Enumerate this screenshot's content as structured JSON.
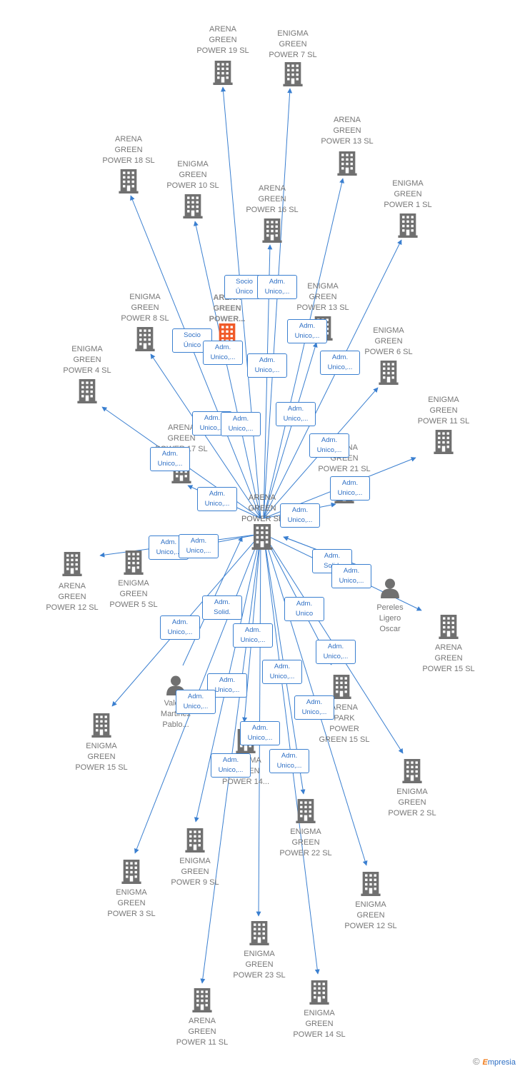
{
  "colors": {
    "edge": "#3a7fd0",
    "node": "#707070",
    "active": "#f05a28",
    "label": "#777777"
  },
  "center": {
    "id": "center",
    "label": "ARENA\nGREEN\nPOWER  SL",
    "icon": "building-icon"
  },
  "nodes": [
    {
      "id": "n1",
      "label": "ARENA\nGREEN\nPOWER 19  SL",
      "type": "company"
    },
    {
      "id": "n2",
      "label": "ENIGMA\nGREEN\nPOWER 7  SL",
      "type": "company"
    },
    {
      "id": "n3",
      "label": "ARENA\nGREEN\nPOWER 13  SL",
      "type": "company"
    },
    {
      "id": "n4",
      "label": "ARENA\nGREEN\nPOWER 18  SL",
      "type": "company"
    },
    {
      "id": "n5",
      "label": "ENIGMA\nGREEN\nPOWER 10  SL",
      "type": "company"
    },
    {
      "id": "n6",
      "label": "ARENA\nGREEN\nPOWER 16  SL",
      "type": "company"
    },
    {
      "id": "n7",
      "label": "ENIGMA\nGREEN\nPOWER 1  SL",
      "type": "company"
    },
    {
      "id": "n8",
      "label": "ENIGMA\nGREEN\nPOWER 13  SL",
      "type": "company"
    },
    {
      "id": "n9",
      "label": "ARENA\nGREEN\nPOWER...",
      "type": "active"
    },
    {
      "id": "n10",
      "label": "ENIGMA\nGREEN\nPOWER 8  SL",
      "type": "company"
    },
    {
      "id": "n11",
      "label": "ENIGMA\nGREEN\nPOWER 6  SL",
      "type": "company"
    },
    {
      "id": "n12",
      "label": "ENIGMA\nGREEN\nPOWER 4  SL",
      "type": "company"
    },
    {
      "id": "n13",
      "label": "ENIGMA\nGREEN\nPOWER 11  SL",
      "type": "company"
    },
    {
      "id": "n14",
      "label": "ARENA\nGREEN\nPOWER 17  SL",
      "type": "company"
    },
    {
      "id": "n15",
      "label": "ARENA\nGREEN\nPOWER 21  SL",
      "type": "company"
    },
    {
      "id": "n16",
      "label": "ARENA\nGREEN\nPOWER 12  SL",
      "type": "company"
    },
    {
      "id": "n17",
      "label": "ENIGMA\nGREEN\nPOWER 5  SL",
      "type": "company"
    },
    {
      "id": "n18",
      "label": "Pereles\nLigero\nOscar",
      "type": "person"
    },
    {
      "id": "n19",
      "label": "ARENA\nGREEN\nPOWER 15  SL",
      "type": "company"
    },
    {
      "id": "n20",
      "label": "Valdes\nMartinez\nPablo...",
      "type": "person"
    },
    {
      "id": "n21",
      "label": "ARENA\nPARK\nPOWER\nGREEN 15  SL",
      "type": "company"
    },
    {
      "id": "n22",
      "label": "ENIGMA\nGREEN\nPOWER 15  SL",
      "type": "company"
    },
    {
      "id": "n23",
      "label": "ENIGMA\nGREEN\nPOWER 14...",
      "type": "company"
    },
    {
      "id": "n24",
      "label": "ENIGMA\nGREEN\nPOWER 2  SL",
      "type": "company"
    },
    {
      "id": "n25",
      "label": "ENIGMA\nGREEN\nPOWER 22  SL",
      "type": "company"
    },
    {
      "id": "n26",
      "label": "ENIGMA\nGREEN\nPOWER 9  SL",
      "type": "company"
    },
    {
      "id": "n27",
      "label": "ENIGMA\nGREEN\nPOWER 3  SL",
      "type": "company"
    },
    {
      "id": "n28",
      "label": "ENIGMA\nGREEN\nPOWER 12  SL",
      "type": "company"
    },
    {
      "id": "n29",
      "label": "ENIGMA\nGREEN\nPOWER 23  SL",
      "type": "company"
    },
    {
      "id": "n30",
      "label": "ARENA\nGREEN\nPOWER 11  SL",
      "type": "company"
    },
    {
      "id": "n31",
      "label": "ENIGMA\nGREEN\nPOWER 14  SL",
      "type": "company"
    }
  ],
  "edges": [
    {
      "from": "center",
      "to": "n1",
      "label": "Socio\nÚnico"
    },
    {
      "from": "center",
      "to": "n2",
      "label": "Adm.\nUnico,..."
    },
    {
      "from": "center",
      "to": "n3",
      "label": "Adm.\nUnico,..."
    },
    {
      "from": "center",
      "to": "n4",
      "label": "Socio\nÚnico"
    },
    {
      "from": "center",
      "to": "n5",
      "label": "Adm.\nUnico,..."
    },
    {
      "from": "center",
      "to": "n6",
      "label": "Adm.\nUnico,..."
    },
    {
      "from": "center",
      "to": "n7",
      "label": "Adm.\nUnico,..."
    },
    {
      "from": "center",
      "to": "n8",
      "label": "Adm.\nUnico,..."
    },
    {
      "from": "center",
      "to": "n10",
      "label": "Adm.\nUnico,..."
    },
    {
      "from": "center",
      "to": "n11",
      "label": "Adm.\nUnico,..."
    },
    {
      "from": "center",
      "to": "n12",
      "label": "Adm.\nUnico,..."
    },
    {
      "from": "center",
      "to": "n13",
      "label": "Adm.\nUnico,..."
    },
    {
      "from": "center",
      "to": "n14",
      "label": "Adm.\nUnico,..."
    },
    {
      "from": "center",
      "to": "n15",
      "label": "Adm.\nUnico,..."
    },
    {
      "from": "center",
      "to": "n16",
      "label": "Adm.\nUnico,..."
    },
    {
      "from": "center",
      "to": "n17",
      "label": "Adm.\nUnico,..."
    },
    {
      "from": "n18",
      "to": "center",
      "label": "Adm.\nSolid."
    },
    {
      "from": "n18",
      "to": "center",
      "label": "Adm.\nUnico,..."
    },
    {
      "from": "center",
      "to": "n19",
      "label": "Adm.\nUnico"
    },
    {
      "from": "n20",
      "to": "center",
      "label": "Adm.\nSolid."
    },
    {
      "from": "center",
      "to": "n22",
      "label": "Adm.\nUnico,..."
    },
    {
      "from": "center",
      "to": "n21",
      "label": "Adm.\nUnico,..."
    },
    {
      "from": "center",
      "to": "n24",
      "label": "Adm.\nUnico,..."
    },
    {
      "from": "center",
      "to": "n23",
      "label": "Adm.\nUnico,..."
    },
    {
      "from": "center",
      "to": "n25",
      "label": "Adm.\nUnico,..."
    },
    {
      "from": "center",
      "to": "n26",
      "label": "Adm.\nUnico,..."
    },
    {
      "from": "center",
      "to": "n27",
      "label": "Adm.\nUnico,..."
    },
    {
      "from": "center",
      "to": "n28",
      "label": "Adm.\nUnico,..."
    },
    {
      "from": "center",
      "to": "n29",
      "label": "Adm.\nUnico,..."
    },
    {
      "from": "center",
      "to": "n30",
      "label": "Adm.\nUnico,..."
    },
    {
      "from": "center",
      "to": "n31",
      "label": "Adm.\nUnico,..."
    }
  ],
  "footer": {
    "copyright": "©",
    "brand_first": "E",
    "brand_rest": "mpresia"
  }
}
